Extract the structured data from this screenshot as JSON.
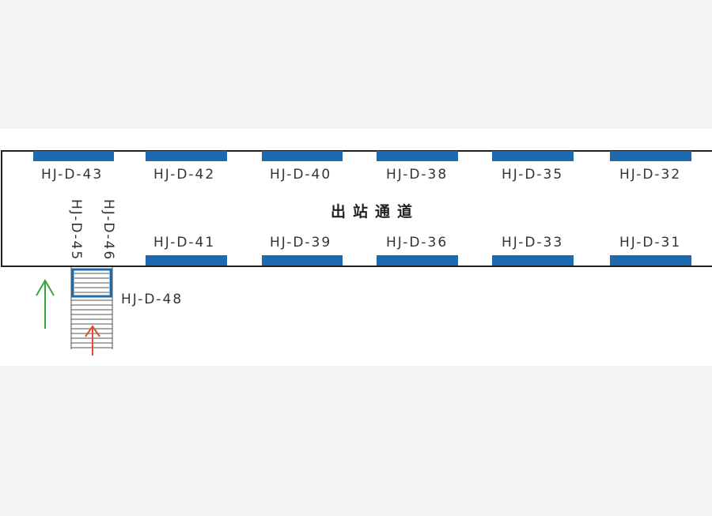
{
  "title": "出站通道",
  "top_row": [
    "HJ-D-43",
    "HJ-D-42",
    "HJ-D-40",
    "HJ-D-38",
    "HJ-D-35",
    "HJ-D-32"
  ],
  "bottom_row": [
    "HJ-D-41",
    "HJ-D-39",
    "HJ-D-36",
    "HJ-D-33",
    "HJ-D-31"
  ],
  "vertical_labels": [
    "HJ-D-45",
    "HJ-D-46"
  ],
  "stair_label": "HJ-D-48",
  "colors": {
    "slot": "#1e6ab0",
    "green_arrow": "#3aa53a",
    "red_arrow": "#e04b2f"
  }
}
